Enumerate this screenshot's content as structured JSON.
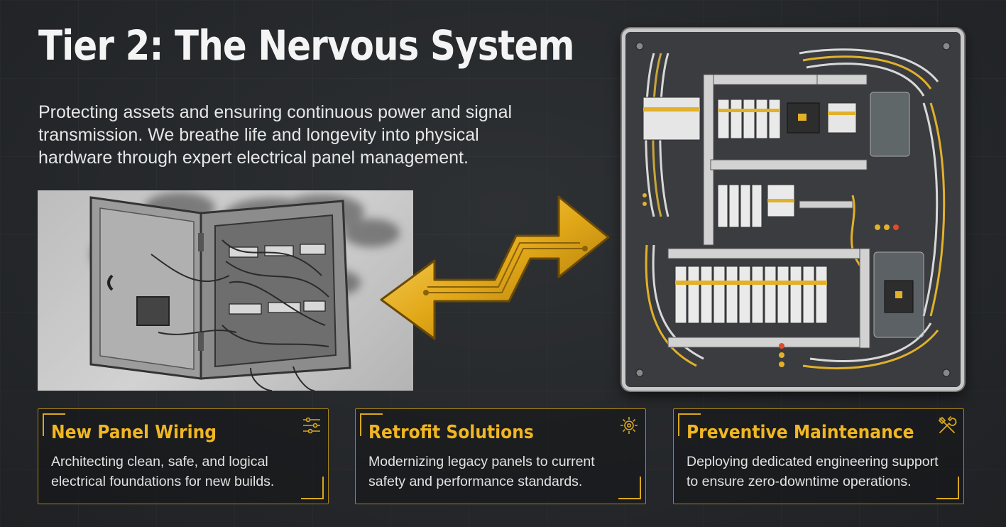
{
  "title": "Tier 2: The Nervous System",
  "description": {
    "line1": "Protecting assets and ensuring continuous power and signal",
    "line2": "transmission. We breathe life and longevity into physical",
    "line3": "hardware through expert electrical panel management."
  },
  "colors": {
    "accent": "#f0b623",
    "background": "#26292c",
    "card_border": "#a98418"
  },
  "cards": [
    {
      "title": "New Panel Wiring",
      "icon": "sliders-icon",
      "body_line1": "Architecting clean, safe, and logical",
      "body_line2": "electrical foundations for new builds."
    },
    {
      "title": "Retrofit Solutions",
      "icon": "gear-icon",
      "body_line1": "Modernizing legacy panels to current",
      "body_line2": "safety and performance standards."
    },
    {
      "title": "Preventive Maintenance",
      "icon": "tools-icon",
      "body_line1": "Deploying dedicated engineering support",
      "body_line2": "to ensure zero-downtime operations."
    }
  ]
}
